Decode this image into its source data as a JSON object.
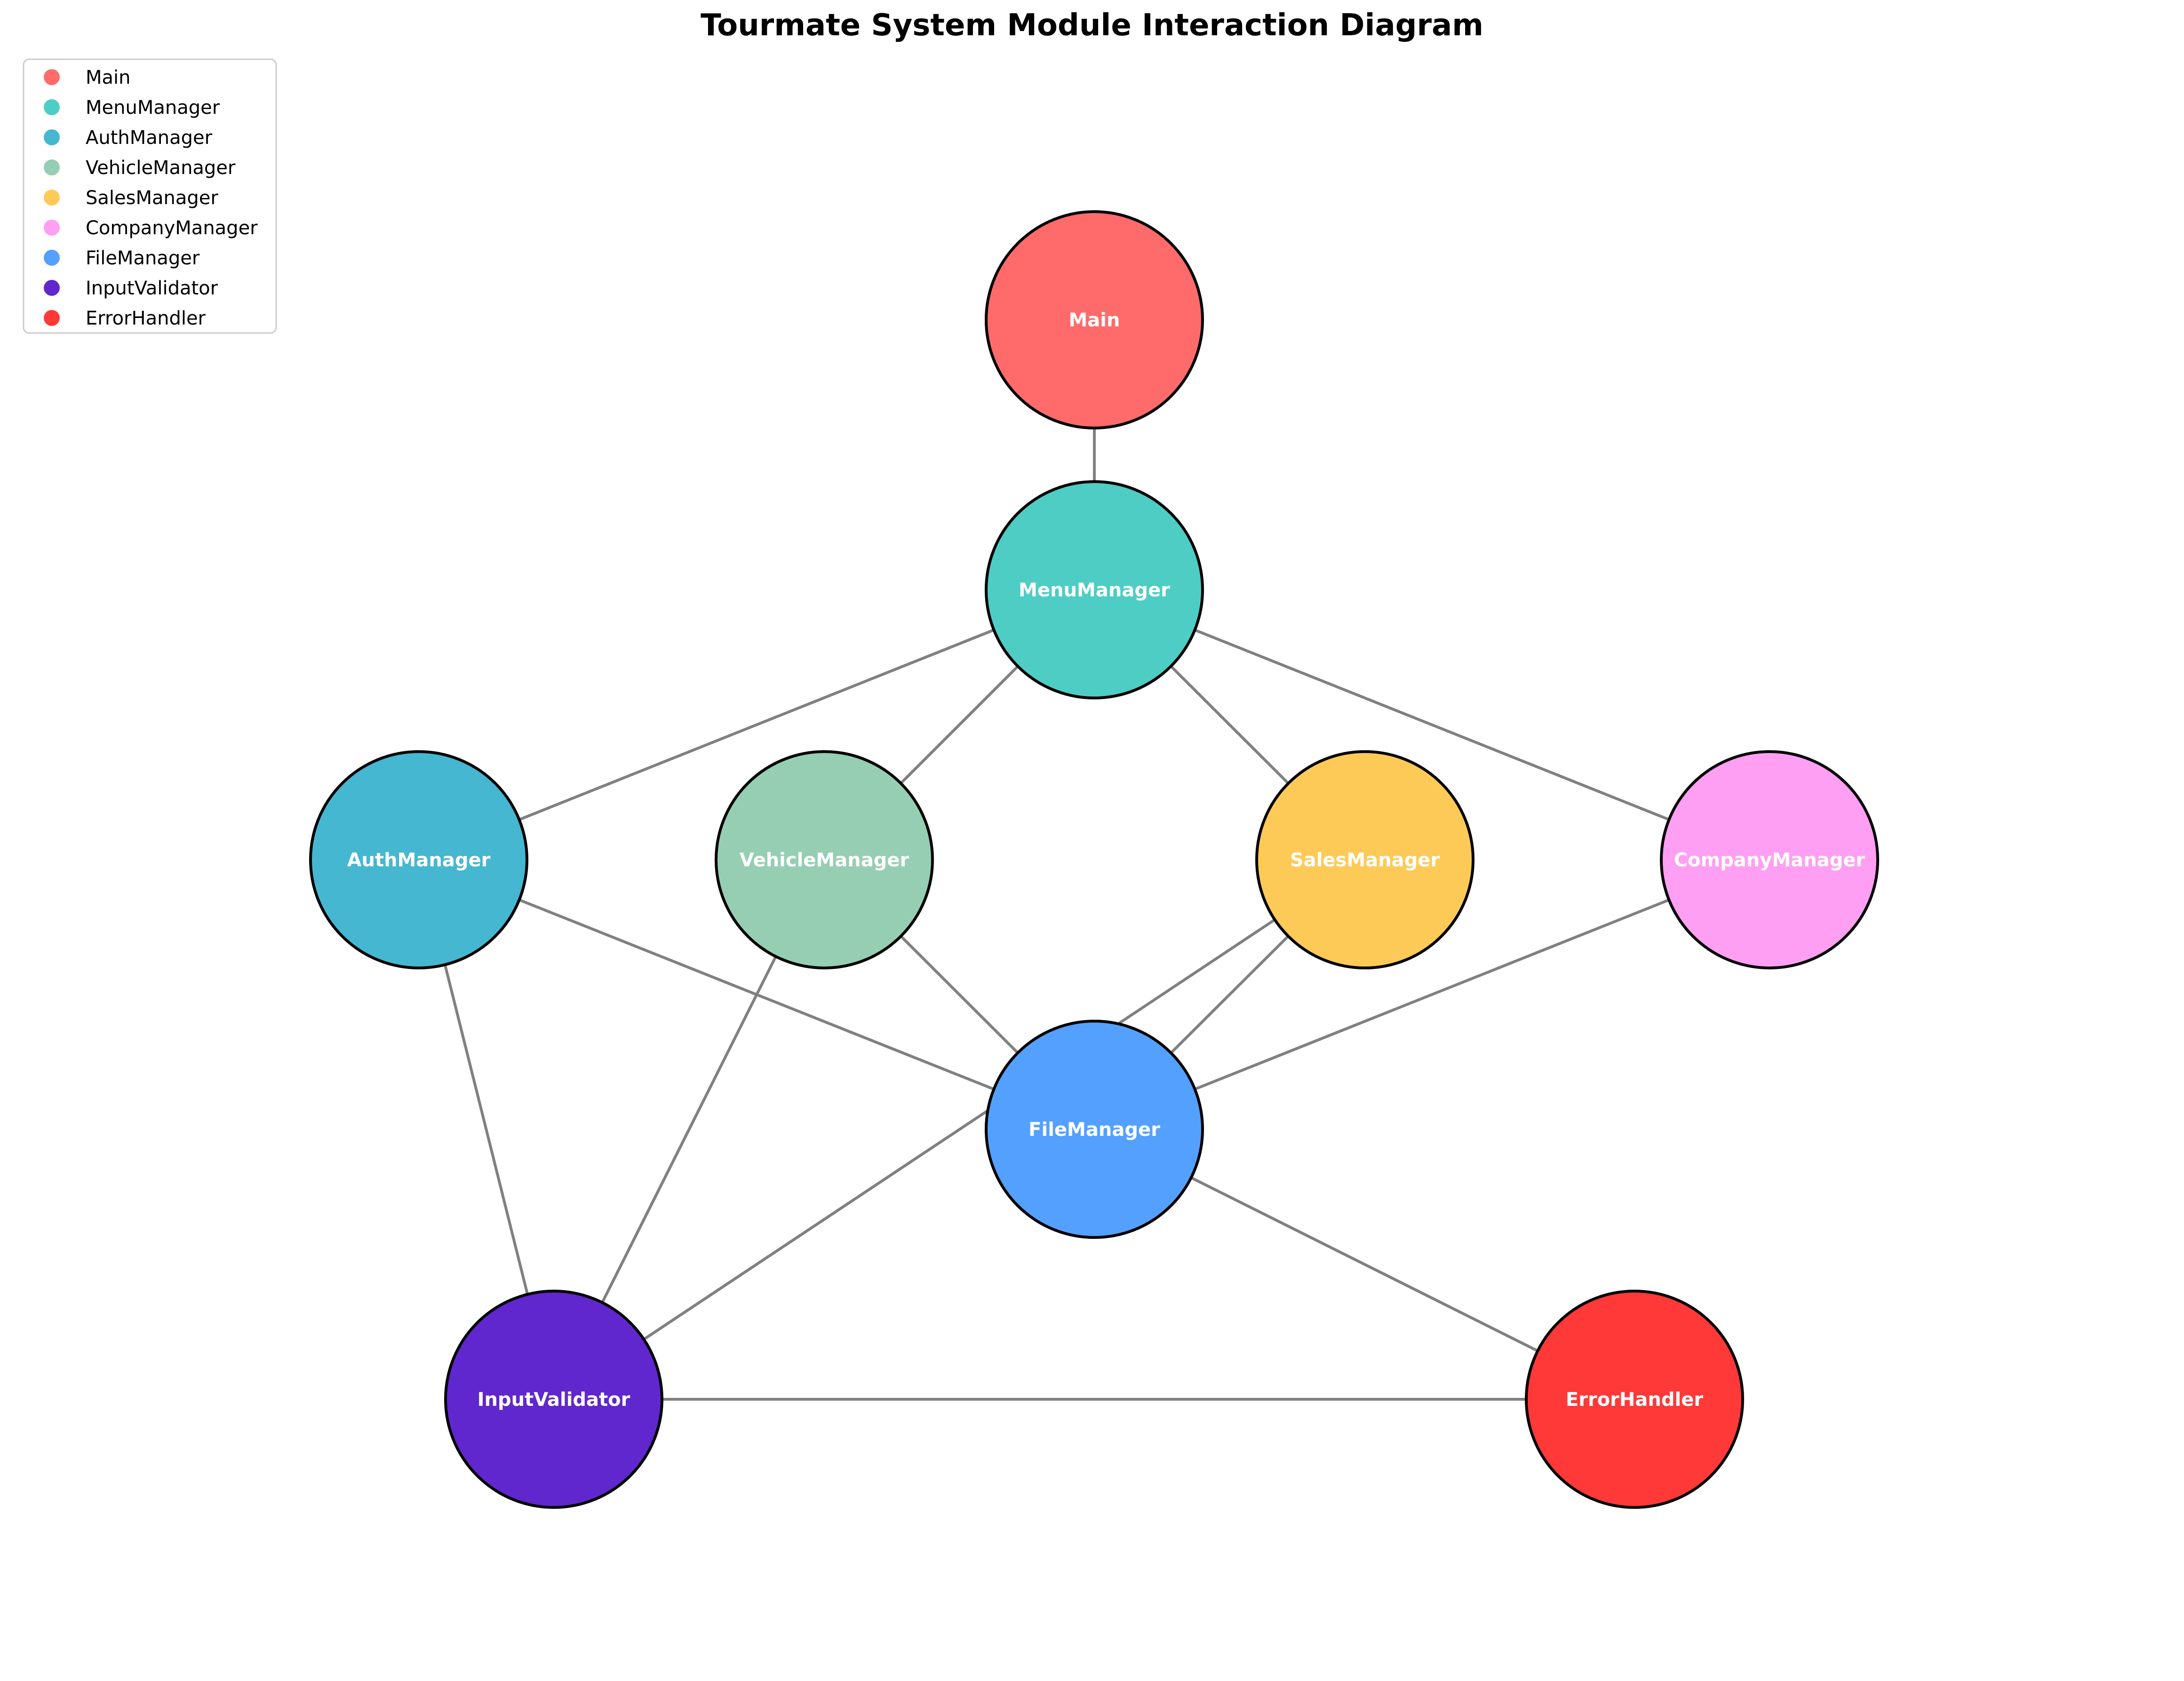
{
  "title": "Tourmate System Module Interaction Diagram",
  "colors": {
    "edge": "#808080",
    "node_border": "#000000",
    "label": "#ffffff"
  },
  "nodes": [
    {
      "id": "Main",
      "label": "Main",
      "color": "#ff6b6b"
    },
    {
      "id": "MenuManager",
      "label": "MenuManager",
      "color": "#4ecdc4"
    },
    {
      "id": "AuthManager",
      "label": "AuthManager",
      "color": "#45b7d1"
    },
    {
      "id": "VehicleManager",
      "label": "VehicleManager",
      "color": "#96ceb4"
    },
    {
      "id": "SalesManager",
      "label": "SalesManager",
      "color": "#feca57"
    },
    {
      "id": "CompanyManager",
      "label": "CompanyManager",
      "color": "#ff9ff3"
    },
    {
      "id": "FileManager",
      "label": "FileManager",
      "color": "#54a0ff"
    },
    {
      "id": "InputValidator",
      "label": "InputValidator",
      "color": "#5f27cd"
    },
    {
      "id": "ErrorHandler",
      "label": "ErrorHandler",
      "color": "#ff3838"
    }
  ],
  "edges": [
    {
      "from": "Main",
      "to": "MenuManager"
    },
    {
      "from": "MenuManager",
      "to": "AuthManager"
    },
    {
      "from": "MenuManager",
      "to": "VehicleManager"
    },
    {
      "from": "MenuManager",
      "to": "SalesManager"
    },
    {
      "from": "MenuManager",
      "to": "CompanyManager"
    },
    {
      "from": "AuthManager",
      "to": "FileManager"
    },
    {
      "from": "AuthManager",
      "to": "InputValidator"
    },
    {
      "from": "VehicleManager",
      "to": "FileManager"
    },
    {
      "from": "VehicleManager",
      "to": "InputValidator"
    },
    {
      "from": "SalesManager",
      "to": "FileManager"
    },
    {
      "from": "SalesManager",
      "to": "InputValidator"
    },
    {
      "from": "CompanyManager",
      "to": "FileManager"
    },
    {
      "from": "FileManager",
      "to": "ErrorHandler"
    },
    {
      "from": "InputValidator",
      "to": "ErrorHandler"
    }
  ],
  "legend": {
    "placement": "top-left",
    "entries": [
      "Main",
      "MenuManager",
      "AuthManager",
      "VehicleManager",
      "SalesManager",
      "CompanyManager",
      "FileManager",
      "InputValidator",
      "ErrorHandler"
    ]
  }
}
